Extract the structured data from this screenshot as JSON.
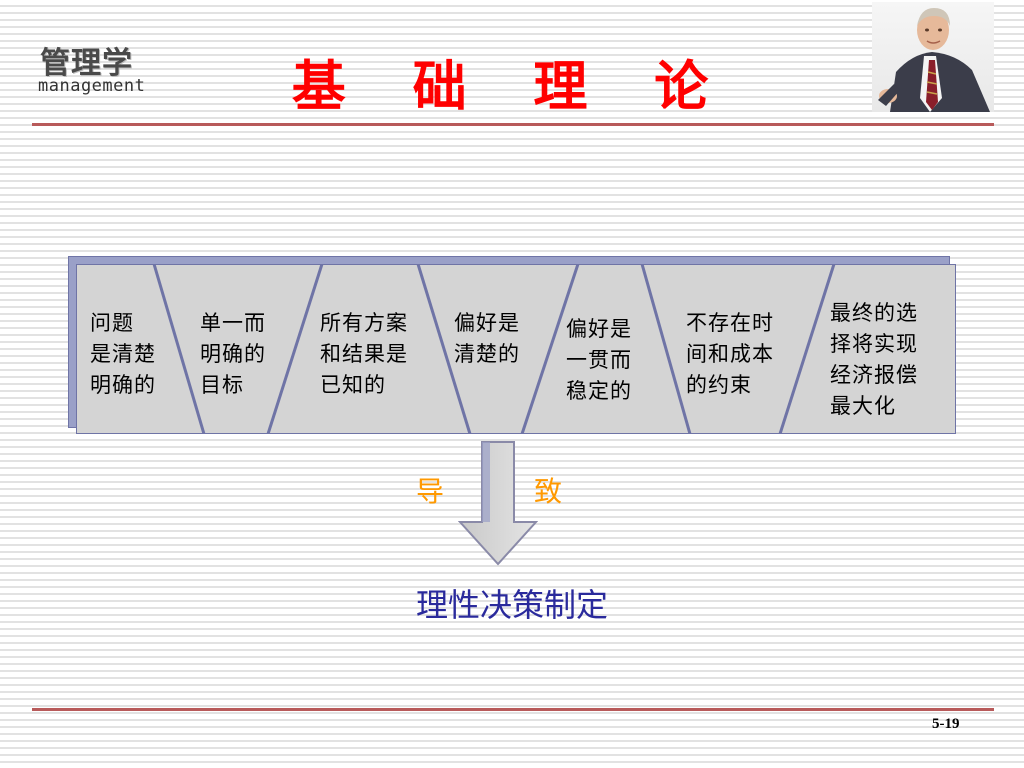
{
  "logo": {
    "chinese": "管理学",
    "english": "management"
  },
  "title": "基 础 理 论",
  "conditions": [
    {
      "text": "问题\n是清楚\n明确的"
    },
    {
      "text": "单一而\n明确的\n目标"
    },
    {
      "text": "所有方案\n和结果是\n已知的"
    },
    {
      "text": "偏好是\n清楚的"
    },
    {
      "text": "偏好是\n一贯而\n稳定的"
    },
    {
      "text": "不存在时\n间和成本\n的约束"
    },
    {
      "text": "最终的选\n择将实现\n经济报偿\n最大化"
    }
  ],
  "arrow_label": {
    "left": "导",
    "right": "致"
  },
  "result": "理性决策制定",
  "page_number": "5-19",
  "colors": {
    "title": "#ff0000",
    "result": "#2a2a9c",
    "arrow_label": "#ff9900",
    "rule": "#b85a5a",
    "band_fill": "#d4d4d4",
    "band_border": "#6f74a6"
  },
  "icons": {
    "presenter": "presenter-photo"
  }
}
